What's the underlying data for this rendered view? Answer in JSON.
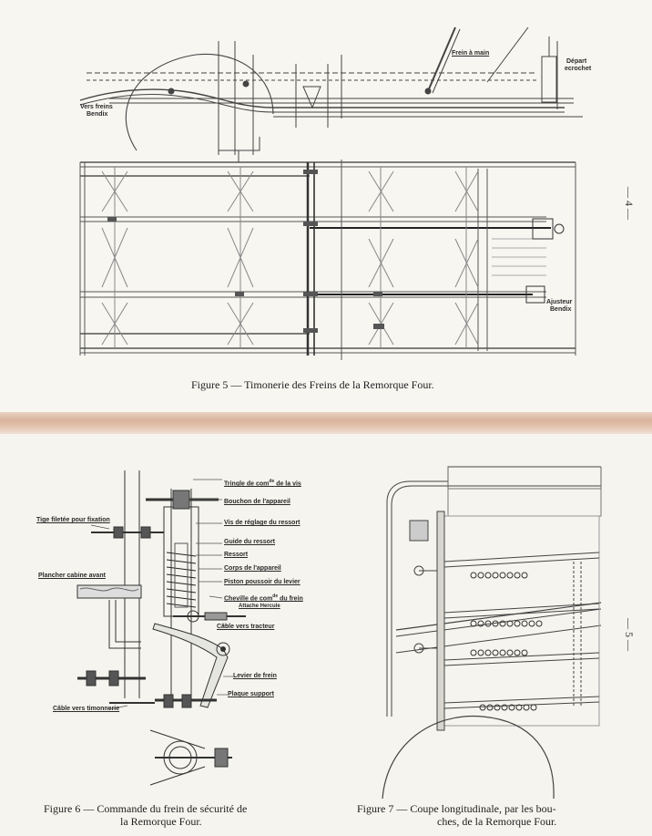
{
  "figure5": {
    "caption": "Figure 5 — Timonerie des Freins de la Remorque Four.",
    "labels": {
      "frein_main": "Frein à main",
      "depart": "Départ",
      "ecrochet": "ecrochet",
      "vers_freins": "Vers freins",
      "bendix": "Bendix",
      "ajusteur": "Ajusteur",
      "bendix2": "Bendix"
    }
  },
  "figure6": {
    "caption_line1": "Figure 6 — Commande du frein de sécurité de",
    "caption_line2": "la Remorque Four.",
    "labels": {
      "tringle": "Tringle de comde de la vis",
      "bouchon": "Bouchon de l'appareil",
      "tige": "Tige filetée pour fixation",
      "vis_reglage": "Vis de réglage du ressort",
      "guide": "Guide du ressort",
      "ressort": "Ressort",
      "corps": "Corps de l'appareil",
      "plancher": "Plancher cabine avant",
      "piston": "Piston poussoir du levier",
      "cheville": "Cheville de comde du frein",
      "attache": "Attache Hercule",
      "cable_tracteur": "Câble vers tracteur",
      "levier": "Levier de frein",
      "plaque": "Plaque support",
      "cable_timonnerie": "Câble vers timonnerie"
    }
  },
  "figure7": {
    "caption_line1": "Figure 7 — Coupe longitudinale, par les bou-",
    "caption_line2": "ches, de la Remorque Four."
  },
  "page_numbers": {
    "top": "— 4 —",
    "bottom": "— 5 —"
  }
}
